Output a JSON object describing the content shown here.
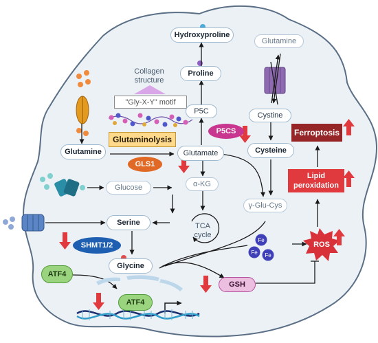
{
  "labels": {
    "hydroxyproline": "Hydroxyproline",
    "glutamine_right": "Glutamine",
    "proline": "Proline",
    "collagen_line1": "Collagen",
    "collagen_line2": "structure",
    "motif": "\"Gly-X-Y\" motif",
    "p5c": "P5C",
    "cystine": "Cystine",
    "p5cs": "P5CS",
    "ferroptosis": "Ferroptosis",
    "glutamine_left": "Glutamine",
    "glutaminolysis": "Glutaminolysis",
    "glutamate": "Glutamate",
    "cysteine": "Cysteine",
    "gls1": "GLS1",
    "lipid_line1": "Lipid",
    "lipid_line2": "peroxidation",
    "glucose": "Glucose",
    "akg": "α-KG",
    "gglucys": "γ-Glu-Cys",
    "serine": "Serine",
    "tca_line1": "TCA",
    "tca_line2": "cycle",
    "shmt": "SHMT1/2",
    "fe1": "Fe",
    "fe2": "Fe",
    "fe3": "Fe",
    "ros": "ROS",
    "glycine": "Glycine",
    "atf4_top": "ATF4",
    "gsh": "GSH",
    "atf4_bottom": "ATF4"
  },
  "colors": {
    "arrow": "#1a1a1a",
    "regulation_arrow": "#e0393e",
    "cell_fill": "#ecf1f6",
    "cell_border": "#5a6f85",
    "ferroptosis": "#962528",
    "lipid": "#e0393e",
    "ros": "#d8313a",
    "glutaminolysis": "#ffd98c",
    "gls1": "#e06a25",
    "shmt": "#1f5fb2",
    "p5cs": "#c8368f",
    "atf4": "#9bd47f",
    "gsh": "#ecbfe0",
    "transporter": "#8e6ab0",
    "glutamine_transporter": "#e39a1f",
    "collagen_triangle": "#d9a6e8"
  },
  "icons": [
    "down-arrow-icon",
    "up-arrow-icon",
    "transporter-icon",
    "dna-helix-icon",
    "collagen-chain-icon"
  ]
}
